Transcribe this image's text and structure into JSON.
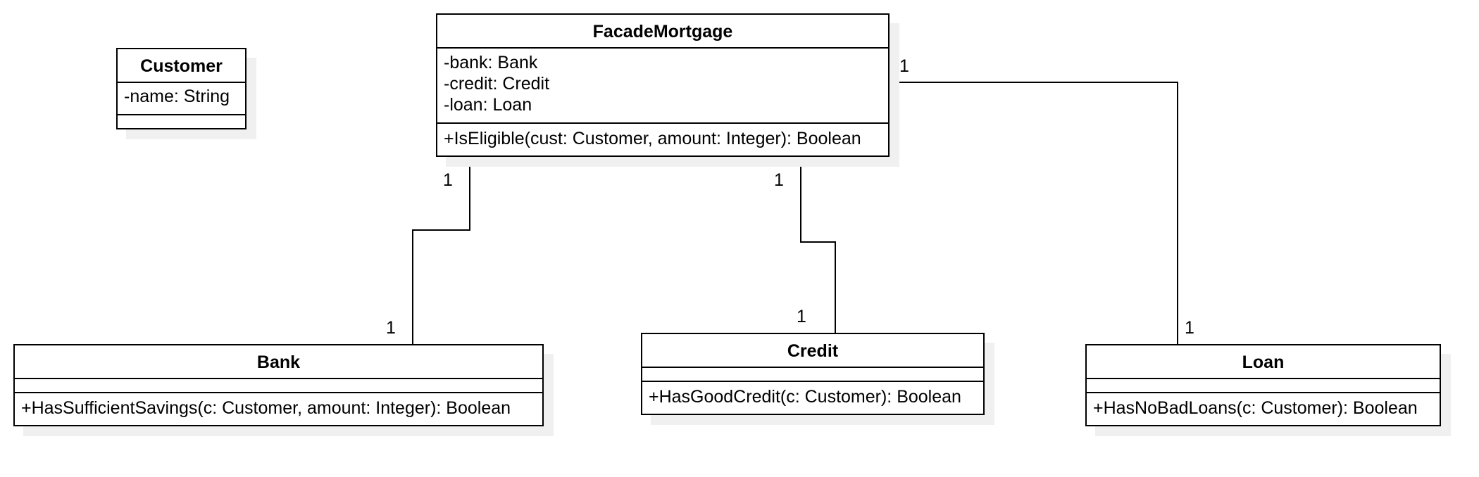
{
  "classes": {
    "customer": {
      "name": "Customer",
      "attributes": [
        "-name: String"
      ],
      "operations": []
    },
    "facade": {
      "name": "FacadeMortgage",
      "attributes": [
        "-bank: Bank",
        "-credit: Credit",
        "-loan: Loan"
      ],
      "operations": [
        "+IsEligible(cust: Customer, amount: Integer): Boolean"
      ]
    },
    "bank": {
      "name": "Bank",
      "attributes": [],
      "operations": [
        "+HasSufficientSavings(c: Customer, amount: Integer): Boolean"
      ]
    },
    "credit": {
      "name": "Credit",
      "attributes": [],
      "operations": [
        "+HasGoodCredit(c: Customer): Boolean"
      ]
    },
    "loan": {
      "name": "Loan",
      "attributes": [],
      "operations": [
        "+HasNoBadLoans(c: Customer): Boolean"
      ]
    }
  },
  "associations": [
    {
      "from": "FacadeMortgage",
      "to": "Bank",
      "from_mult": "1",
      "to_mult": "1"
    },
    {
      "from": "FacadeMortgage",
      "to": "Credit",
      "from_mult": "1",
      "to_mult": "1"
    },
    {
      "from": "FacadeMortgage",
      "to": "Loan",
      "from_mult": "1",
      "to_mult": "1"
    }
  ]
}
